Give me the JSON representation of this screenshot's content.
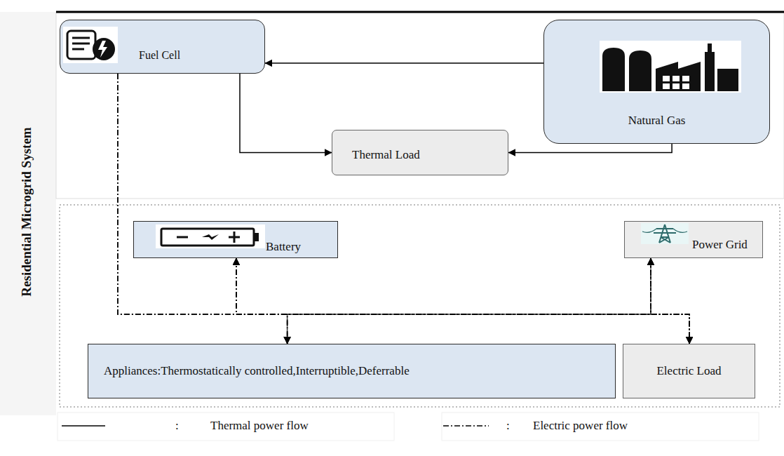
{
  "diagram": {
    "nodes": [
      {
        "text": [
          "Fuel Cell"
        ]
      },
      {
        "text": [
          "Natural Gas"
        ]
      },
      {
        "text": [
          "Thermal Load"
        ]
      },
      {
        "text": [
          "Battery"
        ]
      },
      {
        "text": [
          "Power Grid"
        ]
      },
      {
        "text": [
          "Appliances:Thermostatically controlled,Interruptible,Deferrable"
        ]
      },
      {
        "text": [
          "Electric Load"
        ]
      }
    ],
    "edges": [
      {
        "from": 1,
        "to": 0,
        "arrow": "to"
      },
      {
        "from": 0,
        "to": 2,
        "arrow": "to"
      },
      {
        "from": 1,
        "to": 2,
        "arrow": "to"
      },
      {
        "from": 0,
        "to": 5,
        "arrow": "to"
      },
      {
        "from": 0,
        "to": 6,
        "arrow": "to"
      },
      {
        "from": 3,
        "to": 5,
        "arrow": "both"
      },
      {
        "from": 3,
        "to": 6,
        "arrow": "both"
      },
      {
        "from": 4,
        "to": 5,
        "arrow": "both"
      },
      {
        "from": 4,
        "to": 6,
        "arrow": "both"
      },
      {
        "from": 3,
        "to": 4,
        "arrow": "both"
      }
    ],
    "labels": [
      "Residential Microgrid System",
      ":",
      ":"
    ],
    "legend": [
      {
        "text": "Thermal power flow"
      },
      {
        "text": "Electric power flow"
      }
    ]
  }
}
